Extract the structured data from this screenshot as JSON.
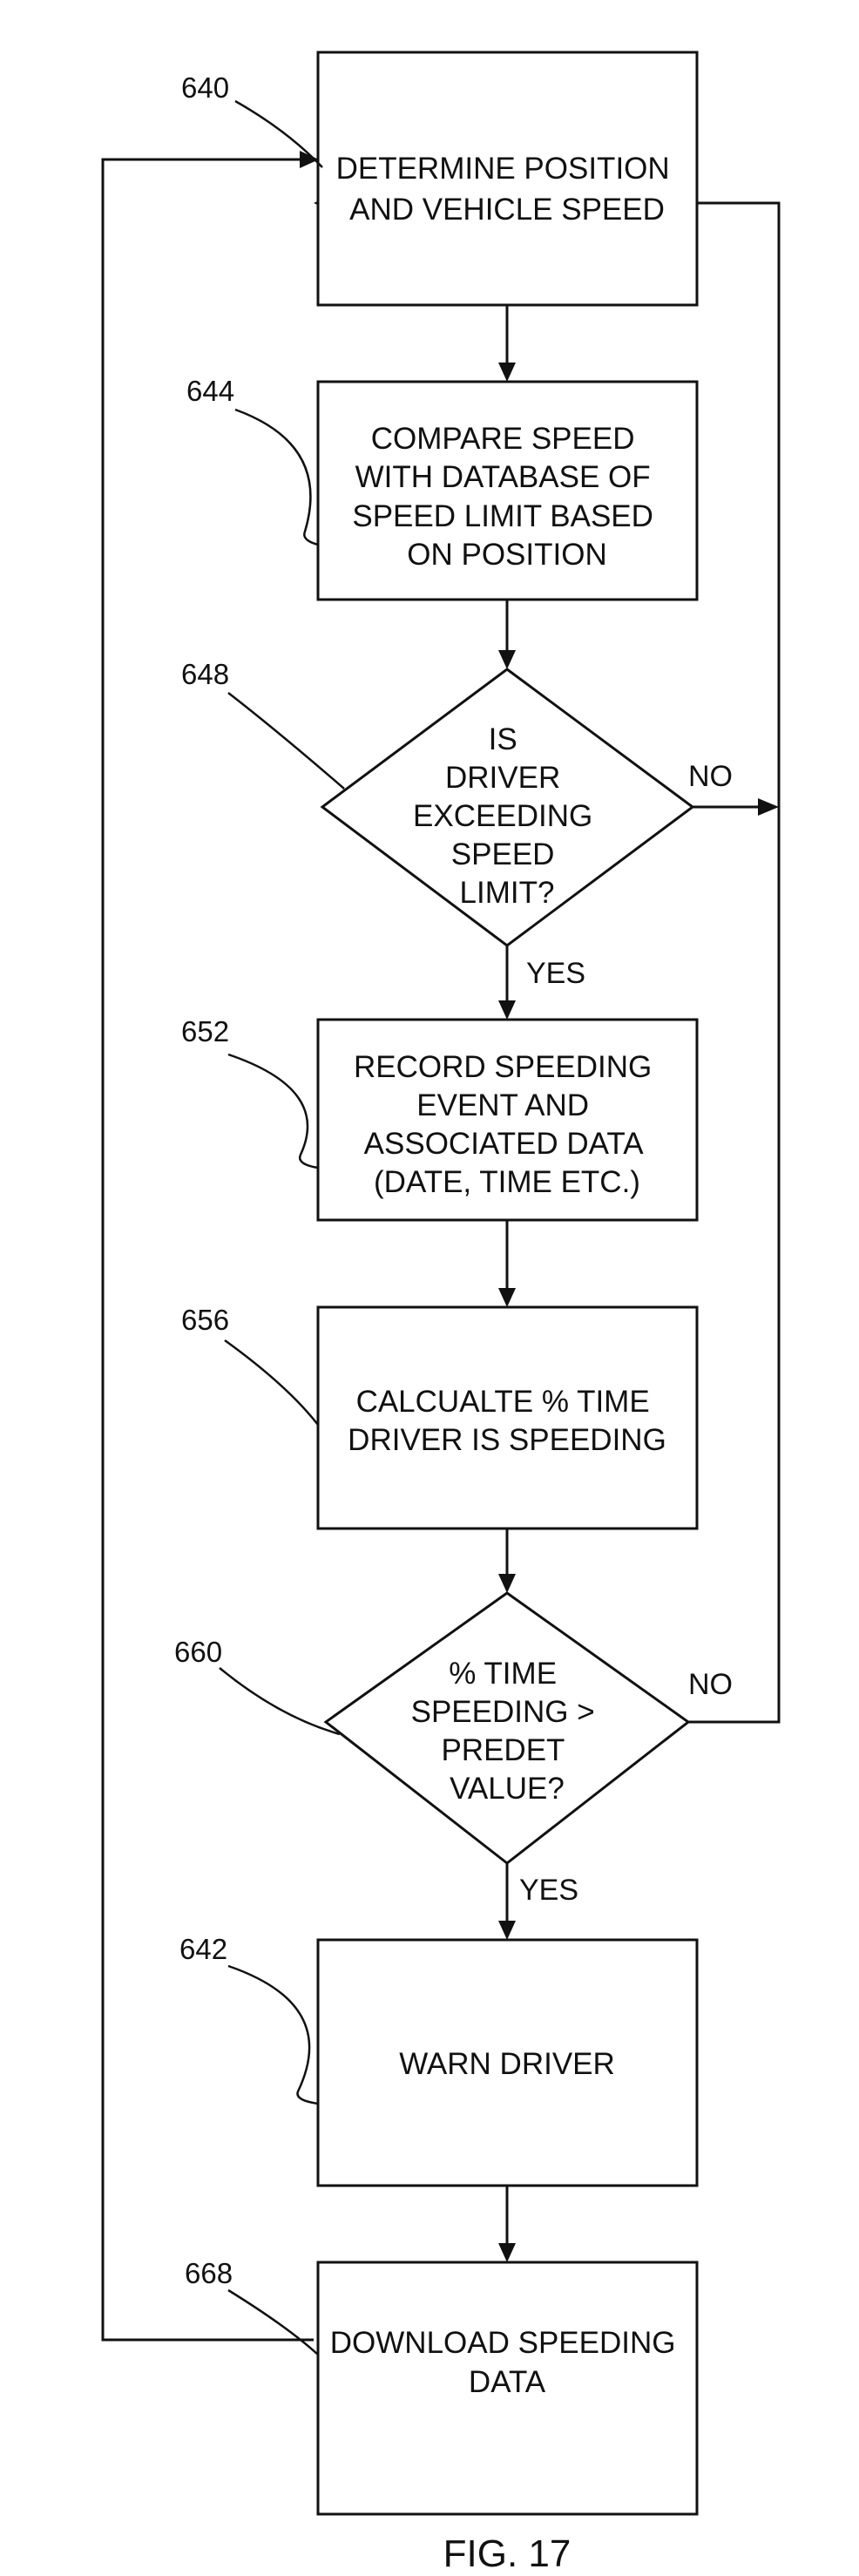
{
  "diagram": {
    "nodes": {
      "determine": {
        "ref": "640",
        "lines": [
          "DETERMINE POSITION",
          "AND VEHICLE SPEED"
        ]
      },
      "compare": {
        "ref": "644",
        "lines": [
          "COMPARE SPEED",
          "WITH DATABASE OF",
          "SPEED LIMIT BASED",
          "ON POSITION"
        ]
      },
      "exceeding": {
        "ref": "648",
        "lines": [
          "IS",
          "DRIVER",
          "EXCEEDING",
          "SPEED",
          "LIMIT?"
        ]
      },
      "record": {
        "ref": "652",
        "lines": [
          "RECORD SPEEDING",
          "EVENT AND",
          "ASSOCIATED DATA",
          "(DATE, TIME ETC.)"
        ]
      },
      "calculate": {
        "ref": "656",
        "lines": [
          "CALCUALTE % TIME",
          "DRIVER IS SPEEDING"
        ]
      },
      "threshold": {
        "ref": "660",
        "lines": [
          "% TIME",
          "SPEEDING >",
          "PREDET",
          "VALUE?"
        ]
      },
      "warn": {
        "ref": "642",
        "lines": [
          "WARN DRIVER"
        ]
      },
      "download": {
        "ref": "668",
        "lines": [
          "DOWNLOAD SPEEDING",
          "DATA"
        ]
      }
    },
    "branches": {
      "exceeding_no": "NO",
      "exceeding_yes": "YES",
      "threshold_no": "NO",
      "threshold_yes": "YES"
    },
    "figure_label": "FIG. 17"
  }
}
